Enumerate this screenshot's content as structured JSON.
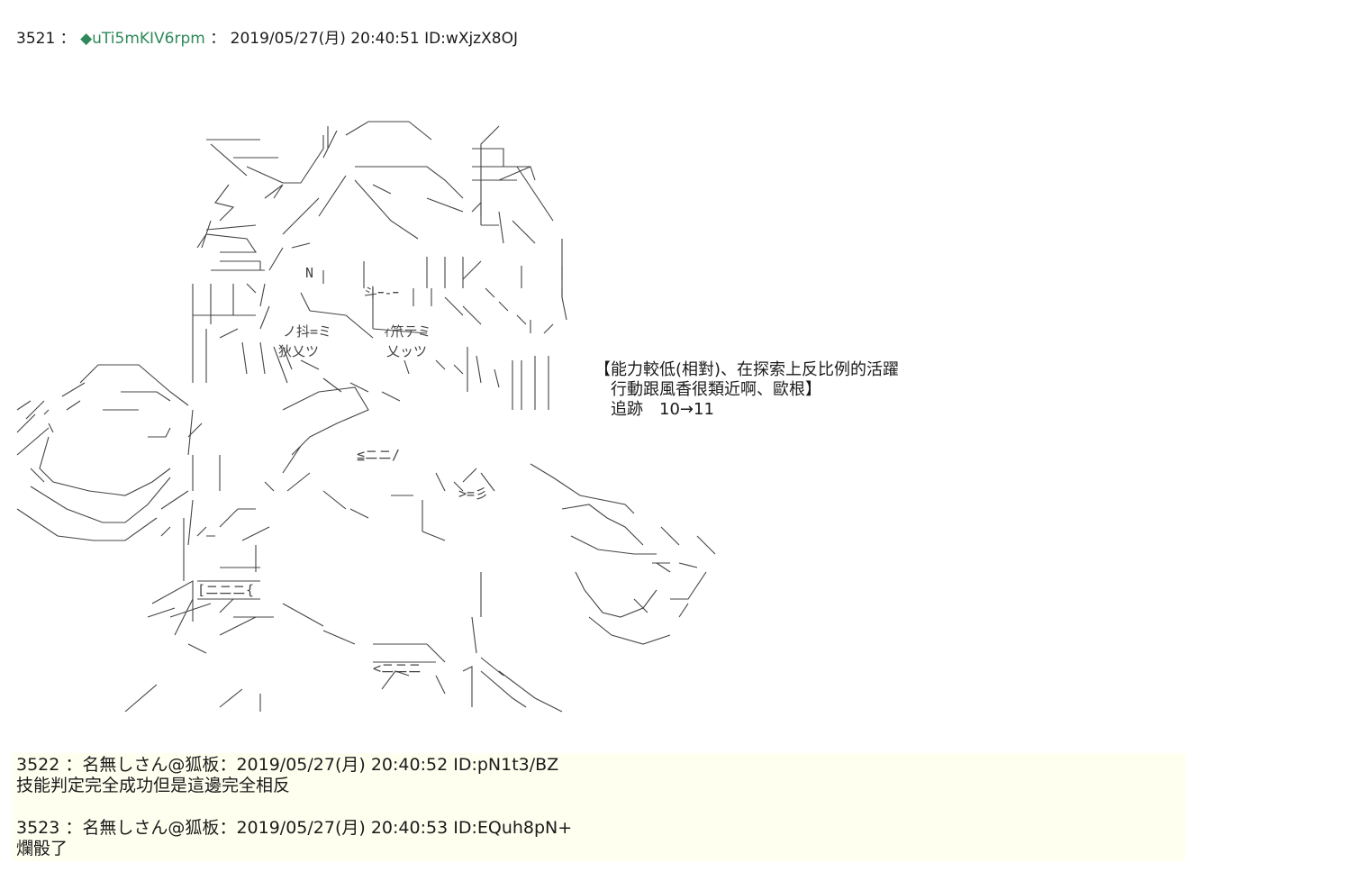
{
  "post": {
    "number": "3521",
    "separator": "：",
    "trip": "◆uTi5mKIV6rpm",
    "date": "2019/05/27(月) 20:40:51",
    "id": "ID:wXjzX8OJ"
  },
  "annotation": {
    "lines": [
      "【能力較低(相對)、在探索上反比例的活躍",
      "　行動跟風香很類近啊、歐根】",
      "　追跡　10→11"
    ]
  },
  "replies": [
    {
      "number": "3522",
      "name": "名無しさん@狐板",
      "date": "2019/05/27(月) 20:40:52",
      "id": "ID:pN1t3/BZ",
      "body": "技能判定完全成功但是這邊完全相反"
    },
    {
      "number": "3523",
      "name": "名無しさん@狐板",
      "date": "2019/05/27(月) 20:40:53",
      "id": "ID:EQuh8pN+",
      "body": "爛骰了"
    }
  ],
  "art_labels": {
    "n": "N",
    "t1": "斗ｰ-ｰ",
    "t2": "ノ抖=ミ",
    "t3": "ｨ笊テミ",
    "t4": "狄乂ツ",
    "t5": "乂ッツ",
    "t6": "≦ニニ/",
    "t7": ">=彡",
    "t8": "[ニニニ{",
    "t9": "<ニニニ"
  }
}
